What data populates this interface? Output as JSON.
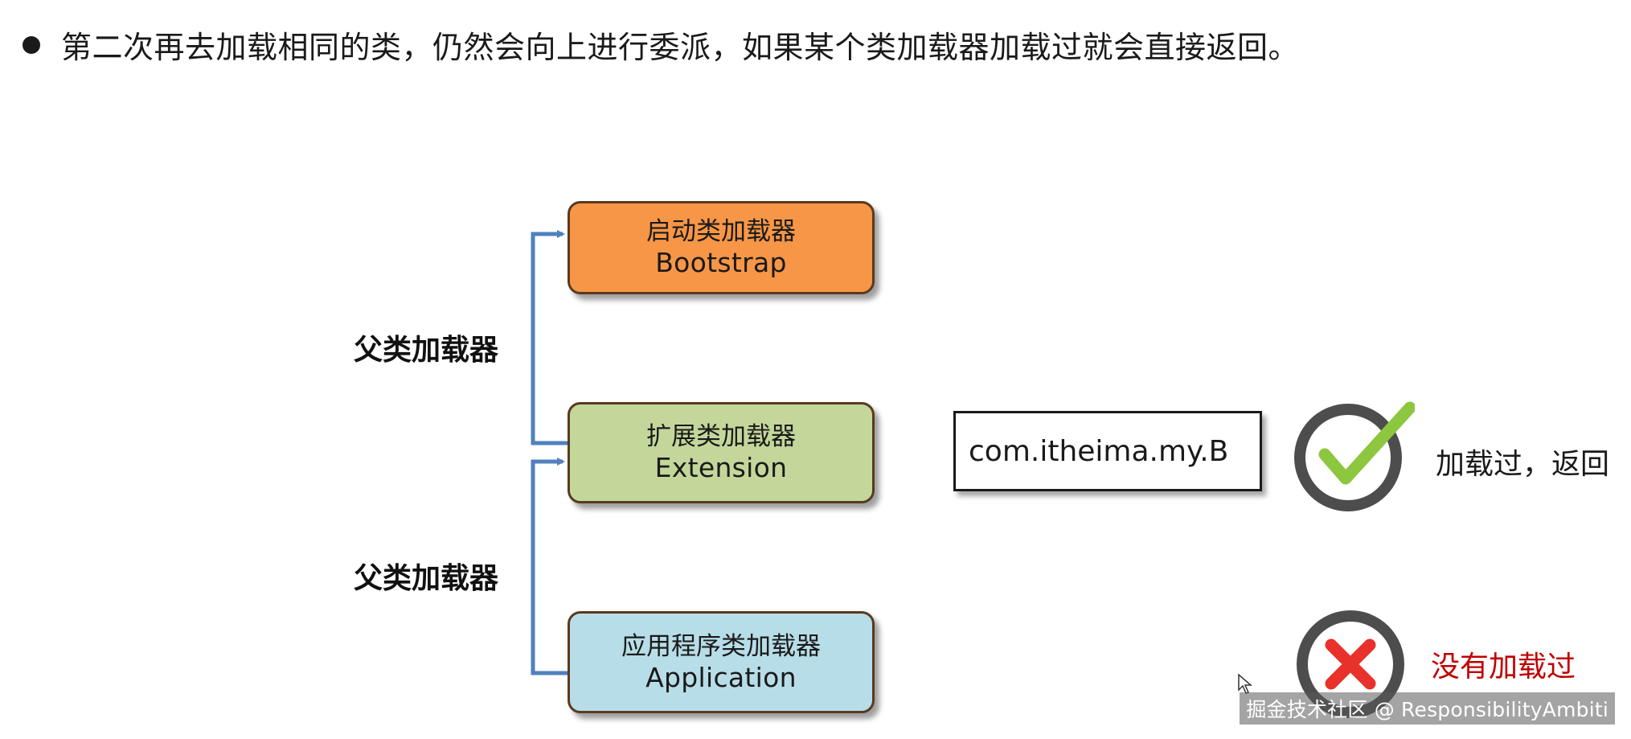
{
  "bullet_text": "第二次再去加载相同的类，仍然会向上进行委派，如果某个类加载器加载过就会直接返回。",
  "loaders": {
    "bootstrap": {
      "zh": "启动类加载器",
      "en": "Bootstrap",
      "color": "#f79646"
    },
    "extension": {
      "zh": "扩展类加载器",
      "en": "Extension",
      "color": "#c4d79b"
    },
    "application": {
      "zh": "应用程序类加载器",
      "en": "Application",
      "color": "#b7dde8"
    }
  },
  "parent_labels": {
    "upper": "父类加载器",
    "lower": "父类加载器"
  },
  "class_name": "com.itheima.my.B",
  "status": {
    "loaded": {
      "text": "加载过，返回",
      "color": "#1a1a1a",
      "icon": "check-circle-icon",
      "mark_color": "#8dc63f"
    },
    "not_loaded": {
      "text": "没有加载过",
      "color": "#c00000",
      "icon": "cross-circle-icon",
      "mark_color": "#e8312a"
    }
  },
  "connector_color": "#4f81bd",
  "watermark": "掘金技术社区 @ ResponsibilityAmbiti"
}
